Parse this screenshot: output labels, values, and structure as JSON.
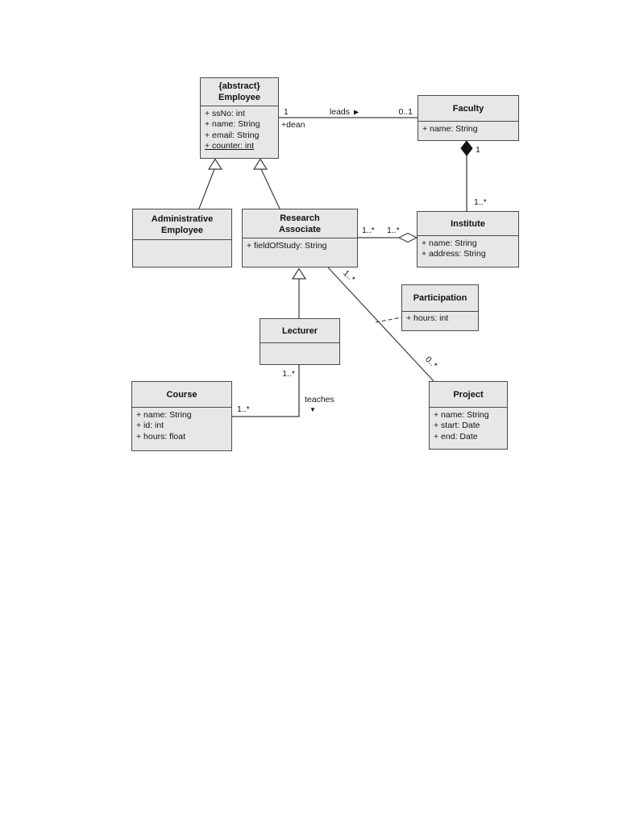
{
  "classes": {
    "employee": {
      "stereotype": "{abstract}",
      "name": "Employee",
      "attributes": [
        "+ ssNo: int",
        "+ name: String",
        "+ email: String",
        "+ counter: int"
      ]
    },
    "faculty": {
      "name": "Faculty",
      "attributes": [
        "+ name: String"
      ]
    },
    "administrative_employee": {
      "name": "Administrative Employee",
      "attributes": []
    },
    "research_associate": {
      "name": "Research Associate",
      "attributes": [
        "+ fieldOfStudy: String"
      ]
    },
    "institute": {
      "name": "Institute",
      "attributes": [
        "+ name: String",
        "+ address: String"
      ]
    },
    "participation": {
      "name": "Participation",
      "attributes": [
        "+ hours: int"
      ]
    },
    "lecturer": {
      "name": "Lecturer",
      "attributes": []
    },
    "course": {
      "name": "Course",
      "attributes": [
        "+ name: String",
        "+ id: int",
        "+ hours: float"
      ]
    },
    "project": {
      "name": "Project",
      "attributes": [
        "+ name: String",
        "+ start: Date",
        "+ end: Date"
      ]
    }
  },
  "associations": {
    "leads": {
      "label": "leads",
      "arrow": "▶",
      "dean_mult": "1",
      "dean_role": "+dean",
      "faculty_mult": "0..1"
    },
    "faculty_institute": {
      "faculty_mult": "1",
      "institute_mult": "1..*"
    },
    "ra_institute": {
      "ra_mult": "1..*",
      "institute_mult": "1..*"
    },
    "teaches": {
      "label": "teaches",
      "arrow": "▼",
      "lecturer_mult": "1..*",
      "course_mult": "1..*"
    },
    "ra_project": {
      "ra_mult": "1..*",
      "project_mult": "0..*"
    }
  },
  "colors": {
    "box_fill": "#e7e7e7",
    "box_border": "#4a4a4a",
    "line": "#3d3d3d",
    "text": "#111111"
  }
}
